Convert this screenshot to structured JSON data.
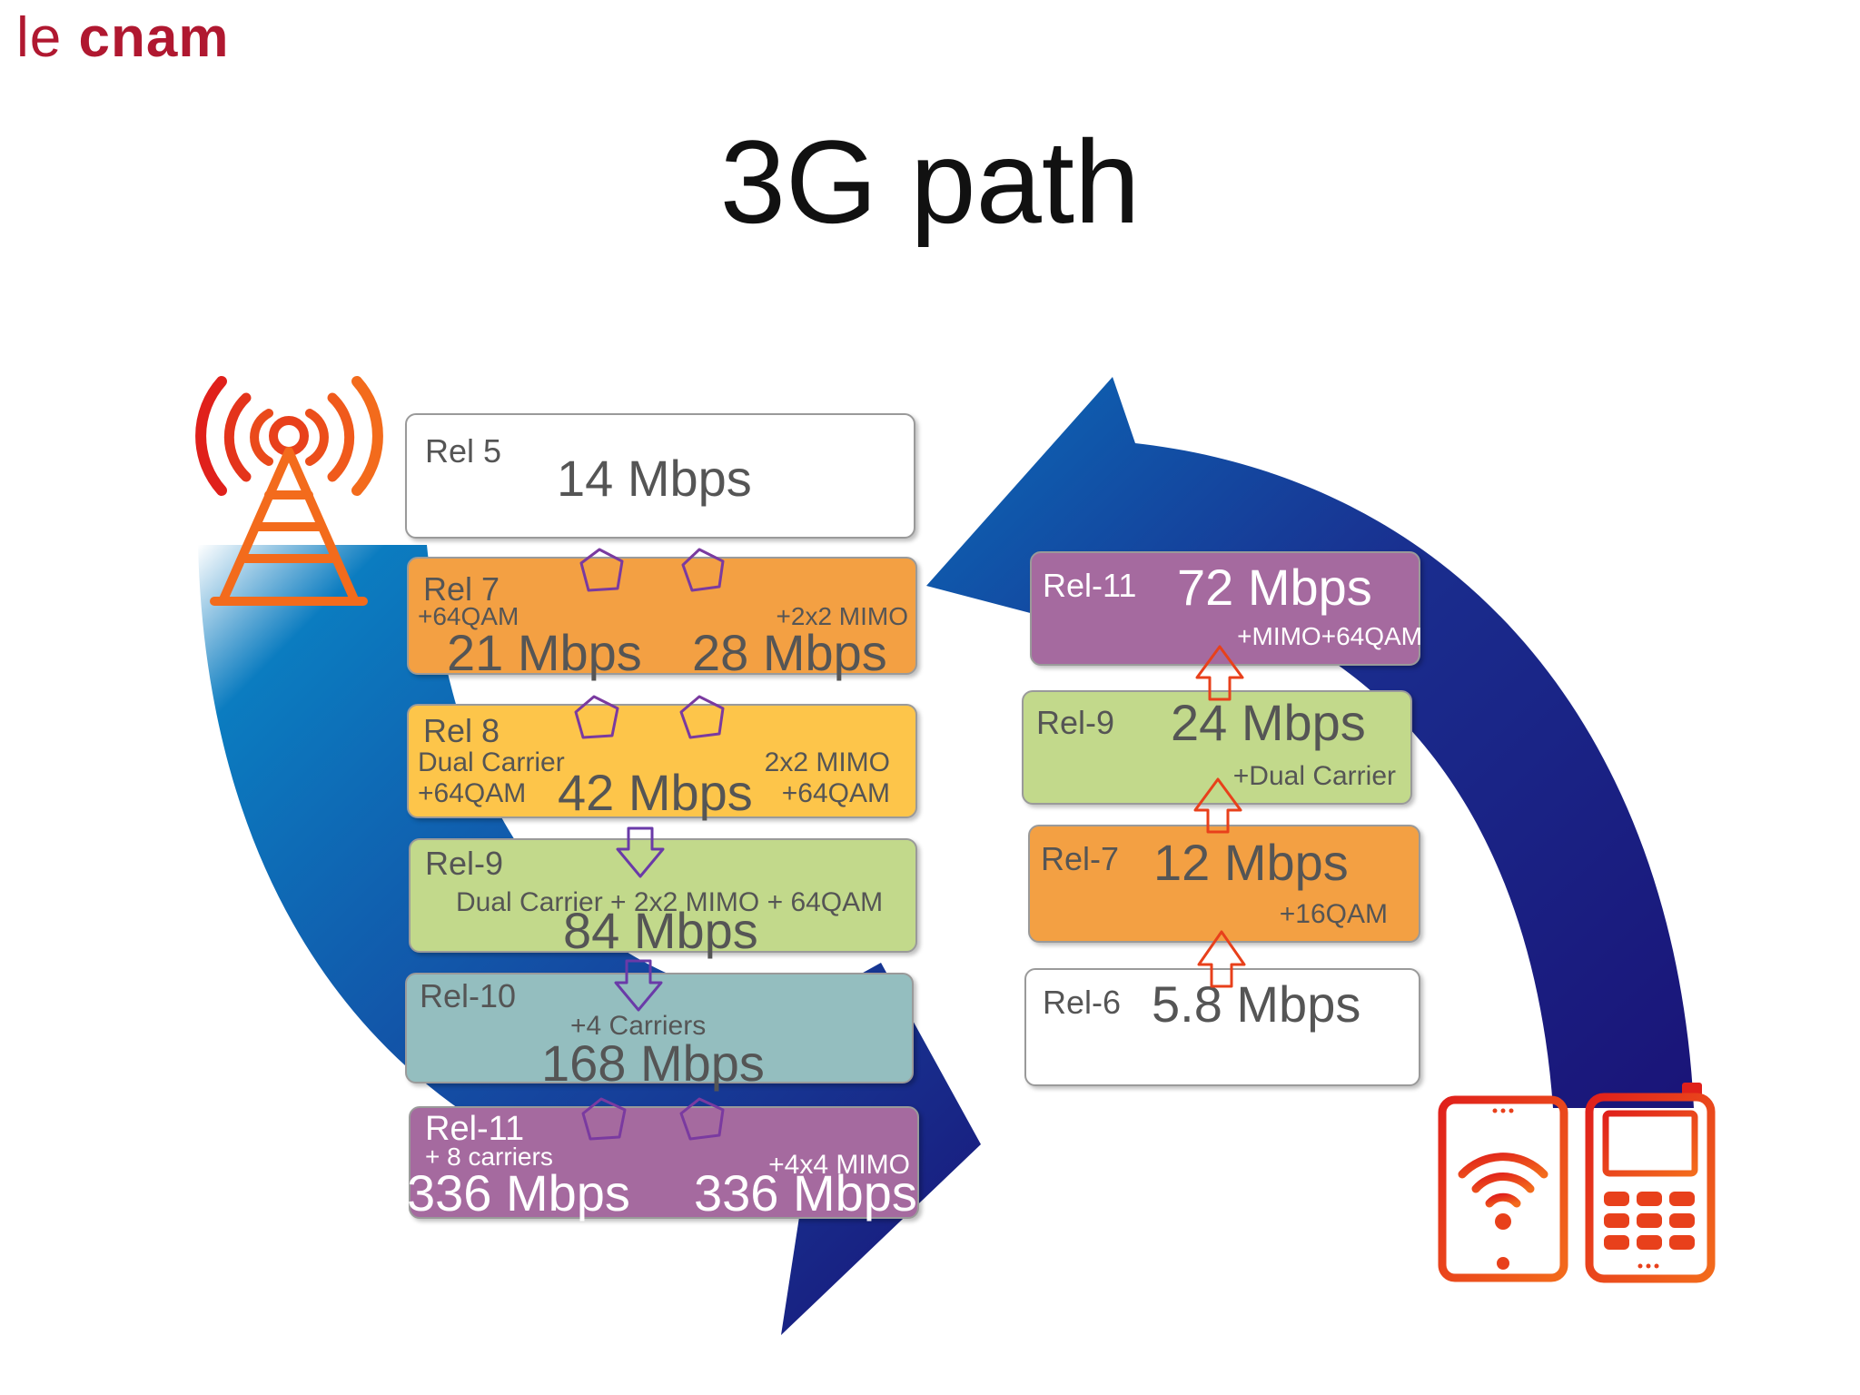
{
  "logo": {
    "le": "le",
    "cnam": "cnam"
  },
  "title": "3G path",
  "colors": {
    "arrow_dark": "#1a1478",
    "arrow_light": "#0b7cc0",
    "orange": "#f3a043",
    "yellow": "#fdc54a",
    "green": "#c2d98b",
    "teal": "#94bebf",
    "purple": "#a56a9f",
    "icon_red": "#e0201b",
    "icon_orange": "#f36b1c"
  },
  "left_column": {
    "rel5": {
      "release": "Rel 5",
      "speed": "14 Mbps"
    },
    "rel7": {
      "release": "Rel 7",
      "left_feature": "+64QAM",
      "right_feature": "+2x2 MIMO",
      "left_speed": "21 Mbps",
      "right_speed": "28 Mbps"
    },
    "rel8": {
      "release": "Rel 8",
      "left_feature_1": "Dual Carrier",
      "left_feature_2": "+64QAM",
      "speed": "42 Mbps",
      "right_feature_1": "2x2 MIMO",
      "right_feature_2": "+64QAM"
    },
    "rel9": {
      "release": "Rel-9",
      "feature": "Dual Carrier + 2x2 MIMO + 64QAM",
      "speed": "84 Mbps"
    },
    "rel10": {
      "release": "Rel-10",
      "feature": "+4 Carriers",
      "speed": "168 Mbps"
    },
    "rel11": {
      "release": "Rel-11",
      "left_feature": "+ 8 carriers",
      "right_feature": "+4x4 MIMO",
      "left_speed": "336 Mbps",
      "right_speed": "336 Mbps"
    }
  },
  "right_column": {
    "rel11": {
      "release": "Rel-11",
      "speed": "72 Mbps",
      "feature": "+MIMO+64QAM"
    },
    "rel9": {
      "release": "Rel-9",
      "speed": "24 Mbps",
      "feature": "+Dual Carrier"
    },
    "rel7": {
      "release": "Rel-7",
      "speed": "12 Mbps",
      "feature": "+16QAM"
    },
    "rel6": {
      "release": "Rel-6",
      "speed": "5.8 Mbps"
    }
  },
  "icons": [
    "cell-tower-icon",
    "smartphone-wifi-icon",
    "feature-phone-icon"
  ]
}
